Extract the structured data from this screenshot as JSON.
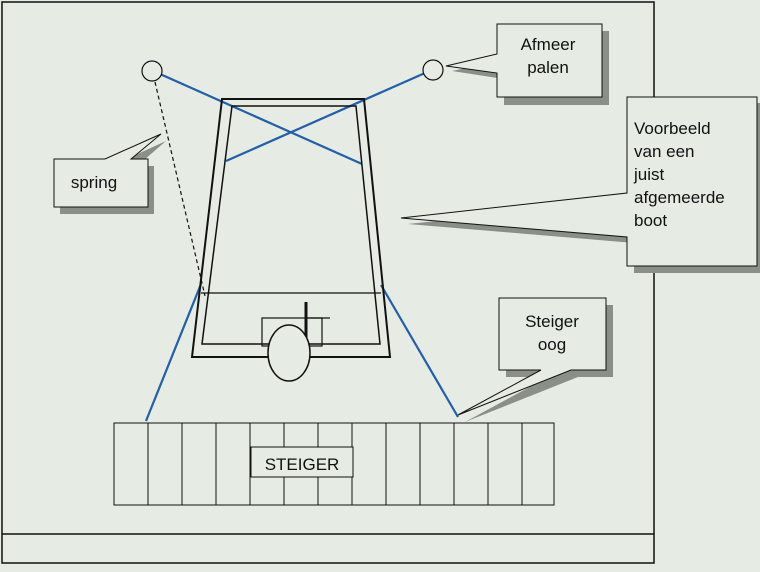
{
  "colors": {
    "background": "#e6ebe3",
    "line": "#111111",
    "mooring": "#1f5fae"
  },
  "labels": {
    "afmeer_line1": "Afmeer",
    "afmeer_line2": "palen",
    "spring": "spring",
    "voorbeeld_line1": "Voorbeeld",
    "voorbeeld_line2": "van een",
    "voorbeeld_line3": "juist",
    "voorbeeld_line4": "afgemeerde",
    "voorbeeld_line5": "boot",
    "steiger_oog_line1": "Steiger",
    "steiger_oog_line2": "oog",
    "steiger": "STEIGER"
  }
}
